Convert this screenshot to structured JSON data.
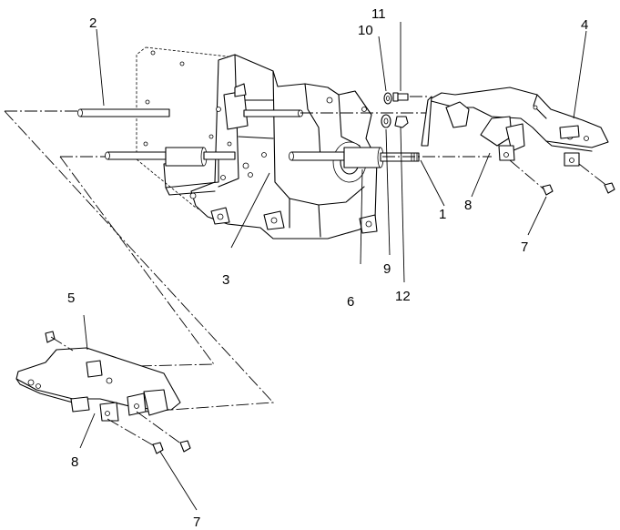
{
  "callouts": {
    "c1": "1",
    "c2": "2",
    "c3": "3",
    "c4": "4",
    "c5": "5",
    "c6": "6",
    "c7a": "7",
    "c7b": "7",
    "c8a": "8",
    "c8b": "8",
    "c9": "9",
    "c10": "10",
    "c11": "11",
    "c12": "12"
  },
  "colors": {
    "line": "#000000",
    "background": "#ffffff"
  }
}
